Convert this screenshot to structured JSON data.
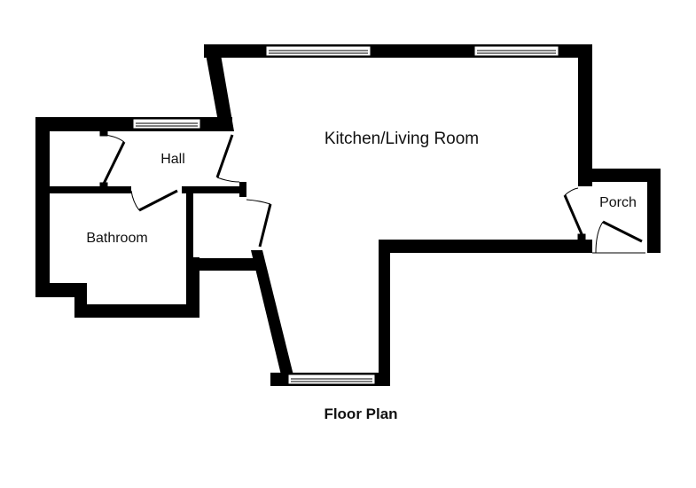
{
  "rooms": {
    "kitchen_living": "Kitchen/Living Room",
    "hall": "Hall",
    "bathroom": "Bathroom",
    "porch": "Porch"
  },
  "title": "Floor Plan",
  "colors": {
    "wall": "#000000",
    "background": "#ffffff"
  }
}
